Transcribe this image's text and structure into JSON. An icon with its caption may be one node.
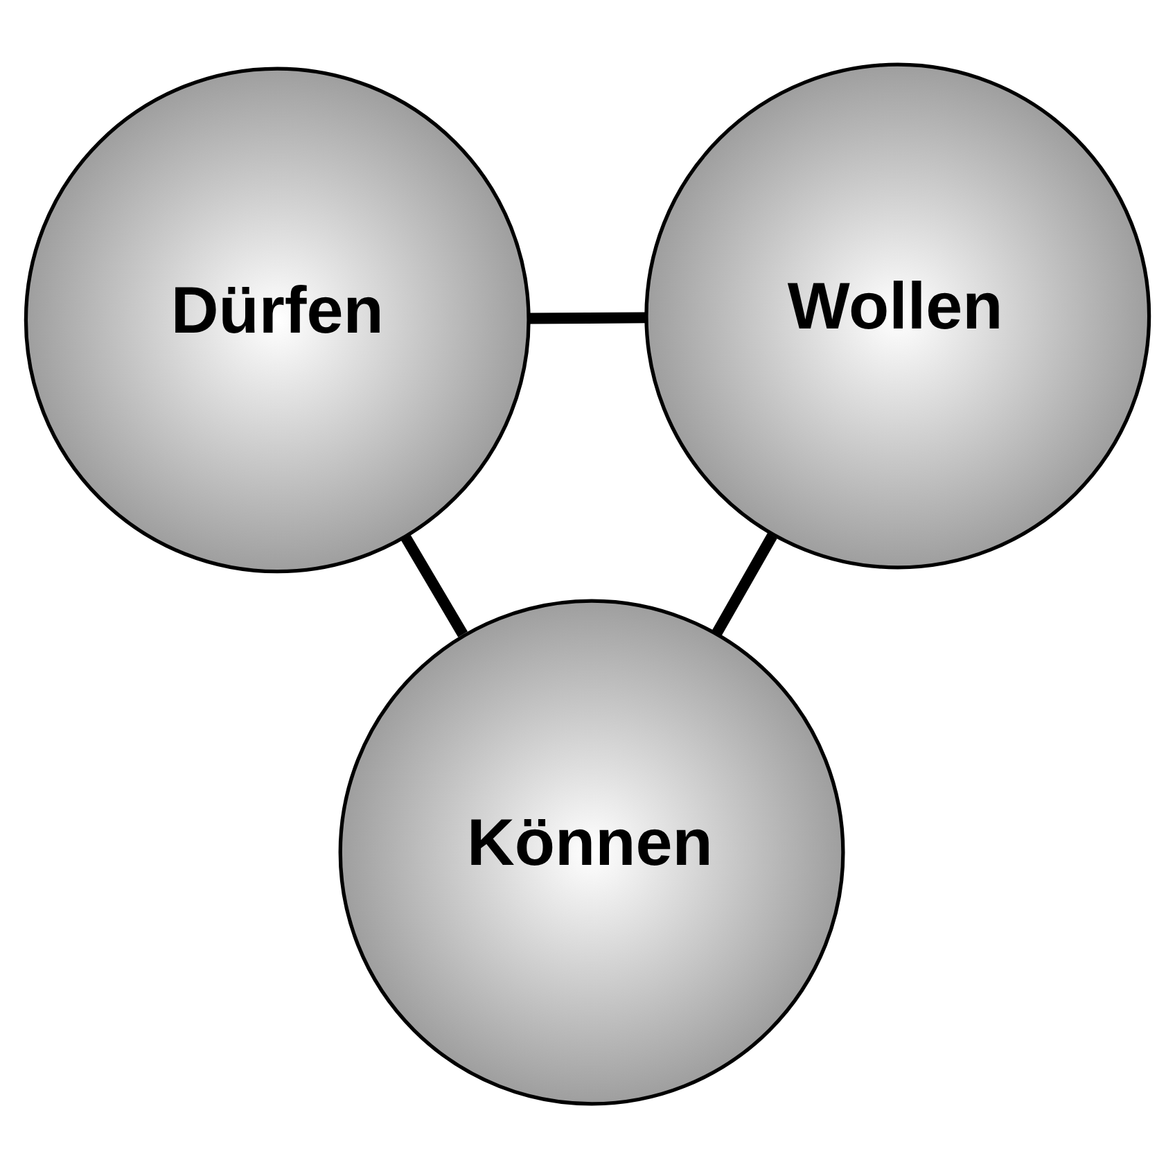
{
  "diagram": {
    "nodes": [
      {
        "text": [
          "Dürfen"
        ]
      },
      {
        "text": [
          "Wollen"
        ]
      },
      {
        "text": [
          "Können"
        ]
      }
    ],
    "edges": [
      {
        "from": 0,
        "to": 1,
        "arrow": "none"
      },
      {
        "from": 0,
        "to": 2,
        "arrow": "none"
      },
      {
        "from": 1,
        "to": 2,
        "arrow": "none"
      }
    ]
  }
}
